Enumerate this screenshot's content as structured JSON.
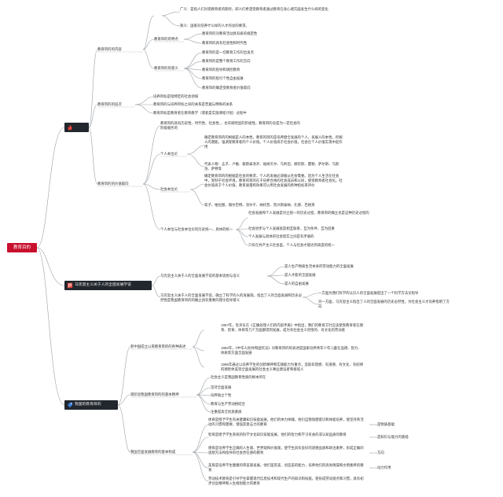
{
  "root": "教育目的",
  "branches": {
    "b1_label": "",
    "b2_label": "马克思主义关于人的全面发展学说",
    "b3_label": "我国的教育目的"
  },
  "n": {
    "neirong": "教育目的的内容",
    "tedian": "教育目的的特点",
    "yiyi": "教育目的的意义",
    "hanyi": "",
    "guangyi": "广义：是指人们对受教育者的期待，即人们希望受教育者通过教育在身心诸方面发生什么样的变化",
    "xiayi": "狭义：国家对培养什么样的人才的总的要求。",
    "td1": "教育目的对教育活动具有质的规定性",
    "td2": "教育目的具有社会性和时代性",
    "yy1": "教育目的是一切教育工作的出发点",
    "yy2": "教育目的是整个教育工作的方向",
    "yy3": "教育目的指导和调控教育",
    "yy4": "教育目的指引个性自由发展",
    "yy5": "教育目的确定受教育者价值取向",
    "cengci": "教育目的的层次",
    "cc1": "培养目标是指特定的社会领域",
    "cc2": "教育目的与培养目标之间的关系是普遍与特殊的关系",
    "cc3": "教育目标是教育者在教育教学（或者是实施课程计划）过程中",
    "jiazhi": "教育目的的价值取向",
    "jz_intro": "教育目的具有历史性、时代性、社会性、，也有很明显的阶级性。教育目的总是为一定社会的阶级服务的",
    "geren": "个人本位论",
    "gr1": "确定教育目的的根据是人的本性，教育的目的是培养健全发展的个人，发展人的本性，挖掘人的潜能，强调受教育者的个人价值。个人价值高于社会价值，社会在个人价值实现中起作用",
    "gr2": "代表人物：孟子、卢梭、裴斯泰洛齐、福禄贝尔、马利坦、赫钦斯、霍勒、萨尔斯、马斯洛、萨特等",
    "shehui": "社会本位论",
    "sh1": "确定教育目的的根据是社会的要求，个人的发展必须服从社会需要。因为个人生活在社会中，受制于社会环境，教育的目的在于培养合格的社会成员和公民，使受教育者社会化。社会价值高于个人价值，教育质量和效果可以用社会发展的各种指标来评价",
    "sh2": "荀子、柏拉图、赫尔巴特、涂尔干、纳托普、凯兴斯泰纳、孔德、巴格莱",
    "tongyi": "个人本位与社会本位论的历史统一，具体的统一",
    "ty1": "社会发展和个人发展是对立统一的历史过程，教育目的确立也是这种历史过程的",
    "ty2": "社会进步与个人发展就是相互联系、互为条件、互为因果",
    "ty3": "个人发展与具体的社会现实之间是有矛盾的",
    "ty4": "只有在共产主义社会里，个人与社会才能达到高度的统一",
    "mk1": "马克思主义关于人的全面发展学说的基本思想与含义",
    "mk1a": "是人生产物质生活本身的劳动能力的全面发展",
    "mk1b": "是人才能的全面发展",
    "mk1c": "是人的自由发展",
    "mk2": "马克思主义关于人的全面发展学说，确立了科学的人的发展观，指出了人的全面发展和历史必然性是我国教育目的的确立具有重要的理论指导意义",
    "mk2a": "一方面为我们科学的认识人的全面发展提出了一个科学方法论指导",
    "mk2b": "另一方面，马克思主义指出了人的全面发展的历史必然性，为社会主义才培养指明了方向",
    "xinzhong": "新中国成立以来教育目的的各种表述",
    "xz1": "1957年，毛泽东在《正确处理人们的内部矛盾》中指出，我们的教育方针应该使受教育者在德育、智育、体育等几个方面都得到发展，成为有社会主义觉悟的、有文化的劳动者",
    "xz2": "1982年，《中华人民共和国宪法》对教育目的的表述是国家培养青年少年儿童在品德、智力、体质等方面全面发展",
    "xz3": "1995年通过以培养学生的创新精神和实践能力为重点，造就有理想、有道德、有文化、有纪律的德智体美等全面发展的社会主义事业建设者和接班人",
    "jingshen": "现阶段我国教育目的的基本精神",
    "js1": "社会主义是我国教育性质的根本所在",
    "js2": "坚持全面发展",
    "js3": "培养独立个性",
    "js4": "教育与生产劳动相结合",
    "js5": "注重提高全民族素质",
    "goucheng": "我国全面发展教育的基本构成",
    "gc1": "体育是授予学生有关健康知识技能发展，他们的体力体魄，他们自我保健意识和体能培养，使坚持育活动的习惯和需要，增强其意志力的教育",
    "gc1r": "是物质基础",
    "gc2": "智育是授予学生系统的科学文化知识技能发展，他们的智力和学习有关的非认知品质的教育",
    "gc2r": "是知识与能力的基础",
    "gc3": "德育是培养学生正确的人生观、世界观和价值观，使学生具有良好的道德品质和政治素养，形成正确的思想方法和指导的社会责任感的教育",
    "gc3r": "方向",
    "gc4": "美育是培养学生健康的审美观发展，他们鉴赏美、创造美的能力，培养他们的高尚情操和文明素养的教育",
    "gc4r": "动力作用",
    "gc5": "劳动技术教育是引导学生掌握现代信息技术和现代生产的知识和技能，使形成劳动观点和习惯，具有初步创业精神和入生规划能力的教育"
  },
  "colors": {
    "root_bg": "#c8102e",
    "branch_bg": "#22272e",
    "line": "#9aa0a6",
    "icon_red": "#e0443a",
    "icon_blue": "#3a7bd5"
  },
  "icons": [
    "fire-icon",
    "flag-icon",
    "tag-icon"
  ]
}
